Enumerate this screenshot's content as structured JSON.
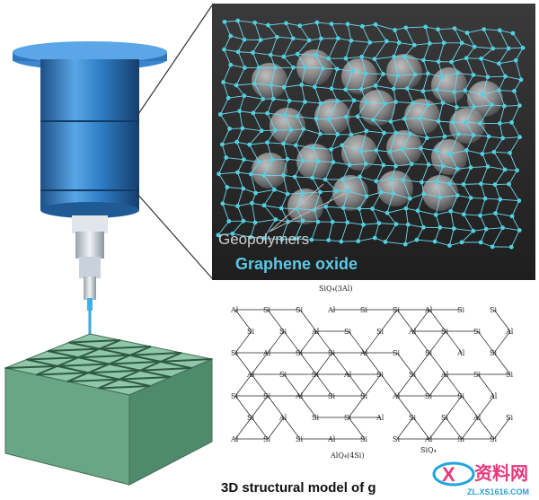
{
  "labels": {
    "geopolymers": "Geopolymers",
    "graphene_oxide": "Graphene oxide",
    "caption": "3D structural model of g",
    "siq4_3al": "SiQ₄(3Al)",
    "alq4_4si": "AlQ₄(4Si)",
    "siq4": "SiQ₄"
  },
  "watermark": {
    "brand": "资料网",
    "url": "ZL.XS1616.COM"
  },
  "colors": {
    "nozzle_blue": "#2f7fc6",
    "lattice_green": "#7fb79a",
    "node_cyan": "#4fd0e3",
    "panel_bg": "#2e2e2e"
  }
}
